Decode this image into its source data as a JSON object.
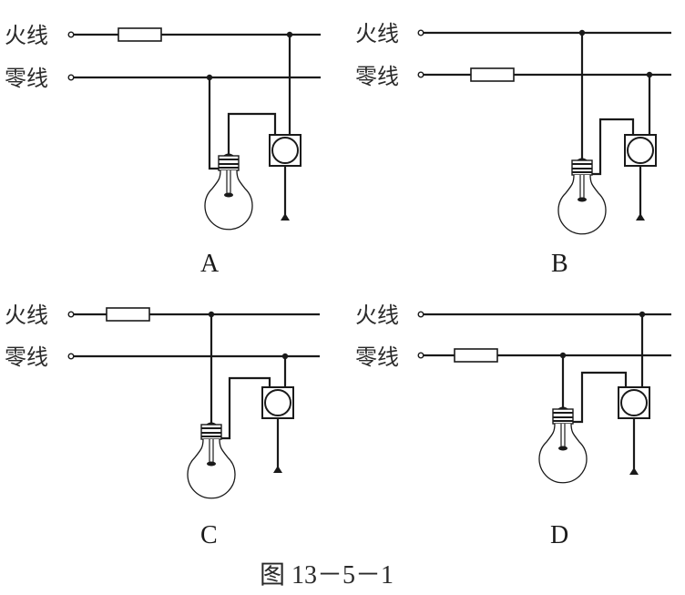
{
  "figure": {
    "caption": "图 13－5－1",
    "wire_labels": {
      "live": "火线",
      "neutral": "零线"
    },
    "panels": [
      {
        "option": "A",
        "fuse_on": "live",
        "socket_top_to": "neutral",
        "switch_to": "live"
      },
      {
        "option": "B",
        "fuse_on": "neutral",
        "socket_top_to": "live",
        "switch_to": "neutral"
      },
      {
        "option": "C",
        "fuse_on": "live",
        "socket_top_to": "live",
        "switch_to": "neutral"
      },
      {
        "option": "D",
        "fuse_on": "neutral",
        "socket_top_to": "neutral",
        "switch_to": "live"
      }
    ],
    "icons": [
      "terminal-icon",
      "fuse-icon",
      "junction-dot-icon",
      "bulb-icon",
      "pull-switch-icon",
      "pull-cord-weight-icon"
    ]
  }
}
